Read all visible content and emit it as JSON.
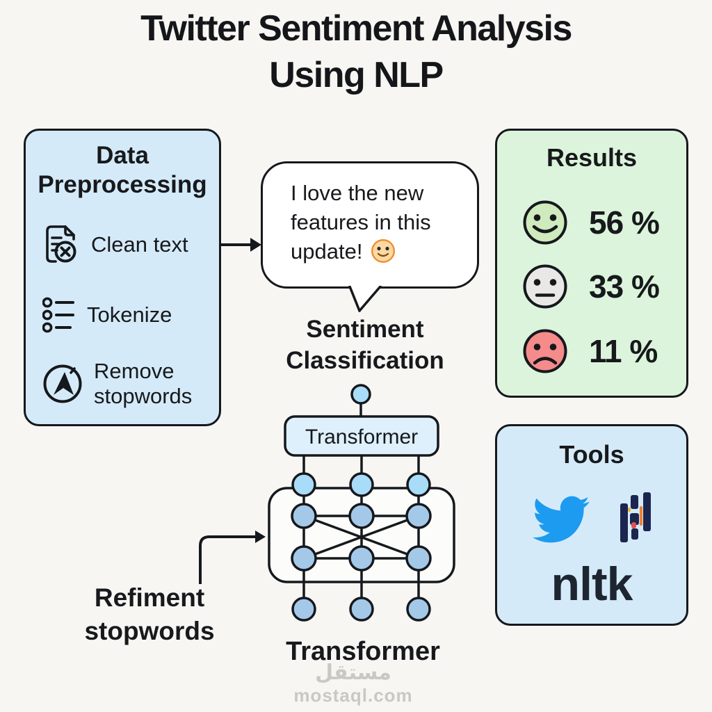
{
  "title": {
    "line1": "Twitter Sentiment Analysis",
    "line2": "Using NLP"
  },
  "preprocessing": {
    "title": "Data Preprocessing",
    "items": [
      {
        "icon": "clean-document-icon",
        "label": "Clean text"
      },
      {
        "icon": "token-list-icon",
        "label": "Tokenize"
      },
      {
        "icon": "remove-stopwords-icon",
        "label": "Remove stopwords"
      }
    ]
  },
  "tweet_bubble": {
    "line1": "I love the new",
    "line2": "features in this",
    "line3": "update!",
    "emoji": "slightly-smiling-face-emoji"
  },
  "sentiment_label": "Sentiment Classification",
  "results": {
    "title": "Results",
    "rows": [
      {
        "icon": "happy-face-icon",
        "value": "56 %",
        "color": "#cfeabc"
      },
      {
        "icon": "neutral-face-icon",
        "value": "33 %",
        "color": "#e9e8e6"
      },
      {
        "icon": "sad-face-icon",
        "value": "11 %",
        "color": "#f58b8b"
      }
    ]
  },
  "network": {
    "box_label": "Transformer",
    "caption": "Transformer"
  },
  "refine_label": "Refiment stopwords",
  "tools": {
    "title": "Tools",
    "icons": [
      "twitter-bird-icon",
      "library-bars-icon"
    ],
    "brand": "nltk"
  },
  "watermark": {
    "arabic": "مستقل",
    "domain": "mostaql.com"
  },
  "colors": {
    "background": "#f7f6f3",
    "panel_blue": "#d5eaf8",
    "panel_green": "#dcf4dc",
    "outline": "#15181c",
    "node_light": "#a9dcf8",
    "node_medium": "#a4c8e8",
    "transformer_fill": "#def0fc",
    "twitter_blue": "#1d9bf0",
    "accent_navy": "#1b2550",
    "watermark_gray": "#c9c8c3"
  }
}
